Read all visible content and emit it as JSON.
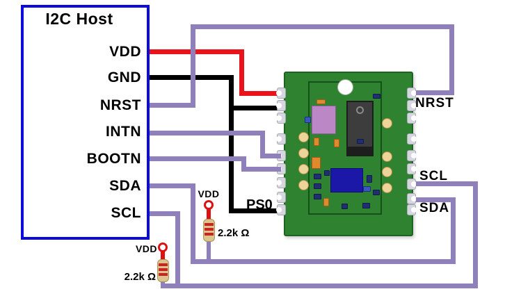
{
  "diagram": {
    "host": {
      "title": "I2C Host",
      "pins": [
        "VDD",
        "GND",
        "NRST",
        "INTN",
        "BOOTN",
        "SDA",
        "SCL"
      ]
    },
    "module": {
      "pin_labels": {
        "nrst": "NRST",
        "scl": "SCL",
        "sda": "SDA"
      },
      "ps0_label": "PS0"
    },
    "pullups": [
      {
        "net": "SDA",
        "power_label": "VDD",
        "value_label": "2.2k Ω"
      },
      {
        "net": "SCL",
        "power_label": "VDD",
        "value_label": "2.2k Ω"
      }
    ],
    "colors": {
      "host_border": "#0b0bdb",
      "wire_vdd": "#e8131b",
      "wire_gnd": "#000000",
      "wire_signal": "#8f7fba",
      "pcb_green": "#2e8230",
      "pad_grey": "#d6d6de",
      "gold_pad": "#ecd49a",
      "resistor_body": "#d9c58e"
    }
  }
}
